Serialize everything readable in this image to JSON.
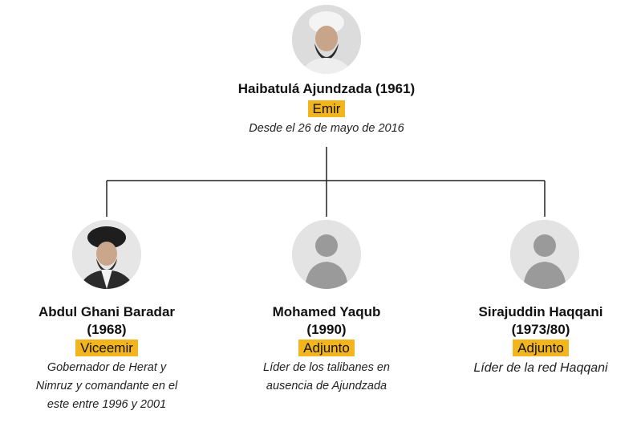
{
  "top": {
    "name": "Haibatulá Ajundzada (1961)",
    "role": "Emir",
    "desc": "Desde el 26 de mayo de 2016",
    "portrait": "turbaned-man-portrait"
  },
  "deputies": [
    {
      "name_line1": "Abdul Ghani Baradar",
      "name_line2": "(1968)",
      "role": "Viceemir",
      "desc_lines": [
        "Gobernador de Herat y",
        "Nimruz y comandante en el",
        "este entre 1996 y 2001"
      ],
      "portrait": "turbaned-man-portrait"
    },
    {
      "name_line1": "Mohamed Yaqub",
      "name_line2": "(1990)",
      "role": "Adjunto",
      "desc_lines": [
        "Líder de los talibanes en",
        "ausencia de Ajundzada"
      ],
      "portrait": "person-silhouette-icon"
    },
    {
      "name_line1": "Sirajuddin Haqqani",
      "name_line2": "(1973/80)",
      "role": "Adjunto",
      "desc_lines": [
        "Líder de la red Haqqani"
      ],
      "portrait": "person-silhouette-icon"
    }
  ],
  "colors": {
    "role_highlight": "#f2b51d",
    "connector": "#222222",
    "avatar_bg": "#e3e3e3",
    "silhouette": "#9a9a9a"
  }
}
